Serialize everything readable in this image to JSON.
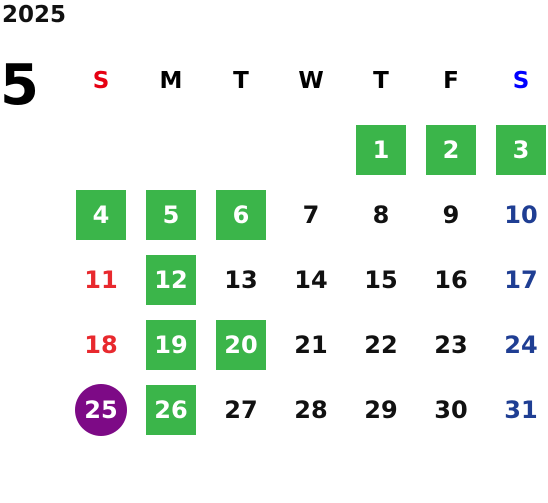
{
  "calendar": {
    "year": "2025",
    "month": "5",
    "weekdays": [
      {
        "label": "S",
        "type": "sun"
      },
      {
        "label": "M",
        "type": "weekday"
      },
      {
        "label": "T",
        "type": "weekday"
      },
      {
        "label": "W",
        "type": "weekday"
      },
      {
        "label": "T",
        "type": "weekday"
      },
      {
        "label": "F",
        "type": "weekday"
      },
      {
        "label": "S",
        "type": "sat"
      }
    ],
    "first_weekday_index": 4,
    "days": [
      {
        "day": "1",
        "highlight": "green"
      },
      {
        "day": "2",
        "highlight": "green"
      },
      {
        "day": "3",
        "highlight": "green"
      },
      {
        "day": "4",
        "highlight": "green"
      },
      {
        "day": "5",
        "highlight": "green"
      },
      {
        "day": "6",
        "highlight": "green"
      },
      {
        "day": "7",
        "highlight": "none"
      },
      {
        "day": "8",
        "highlight": "none"
      },
      {
        "day": "9",
        "highlight": "none"
      },
      {
        "day": "10",
        "highlight": "none"
      },
      {
        "day": "11",
        "highlight": "none"
      },
      {
        "day": "12",
        "highlight": "green"
      },
      {
        "day": "13",
        "highlight": "none"
      },
      {
        "day": "14",
        "highlight": "none"
      },
      {
        "day": "15",
        "highlight": "none"
      },
      {
        "day": "16",
        "highlight": "none"
      },
      {
        "day": "17",
        "highlight": "none"
      },
      {
        "day": "18",
        "highlight": "none"
      },
      {
        "day": "19",
        "highlight": "green"
      },
      {
        "day": "20",
        "highlight": "green"
      },
      {
        "day": "21",
        "highlight": "none"
      },
      {
        "day": "22",
        "highlight": "none"
      },
      {
        "day": "23",
        "highlight": "none"
      },
      {
        "day": "24",
        "highlight": "none"
      },
      {
        "day": "25",
        "highlight": "today"
      },
      {
        "day": "26",
        "highlight": "green"
      },
      {
        "day": "27",
        "highlight": "none"
      },
      {
        "day": "28",
        "highlight": "none"
      },
      {
        "day": "29",
        "highlight": "none"
      },
      {
        "day": "30",
        "highlight": "none"
      },
      {
        "day": "31",
        "highlight": "none"
      }
    ],
    "colors": {
      "green_highlight": "#3bb54a",
      "today_highlight": "#7d0a86",
      "sunday": "#e8292e",
      "saturday": "#1f3e93",
      "weekday_header_sunday": "#e60012",
      "weekday_header_saturday": "#0000ff"
    }
  }
}
